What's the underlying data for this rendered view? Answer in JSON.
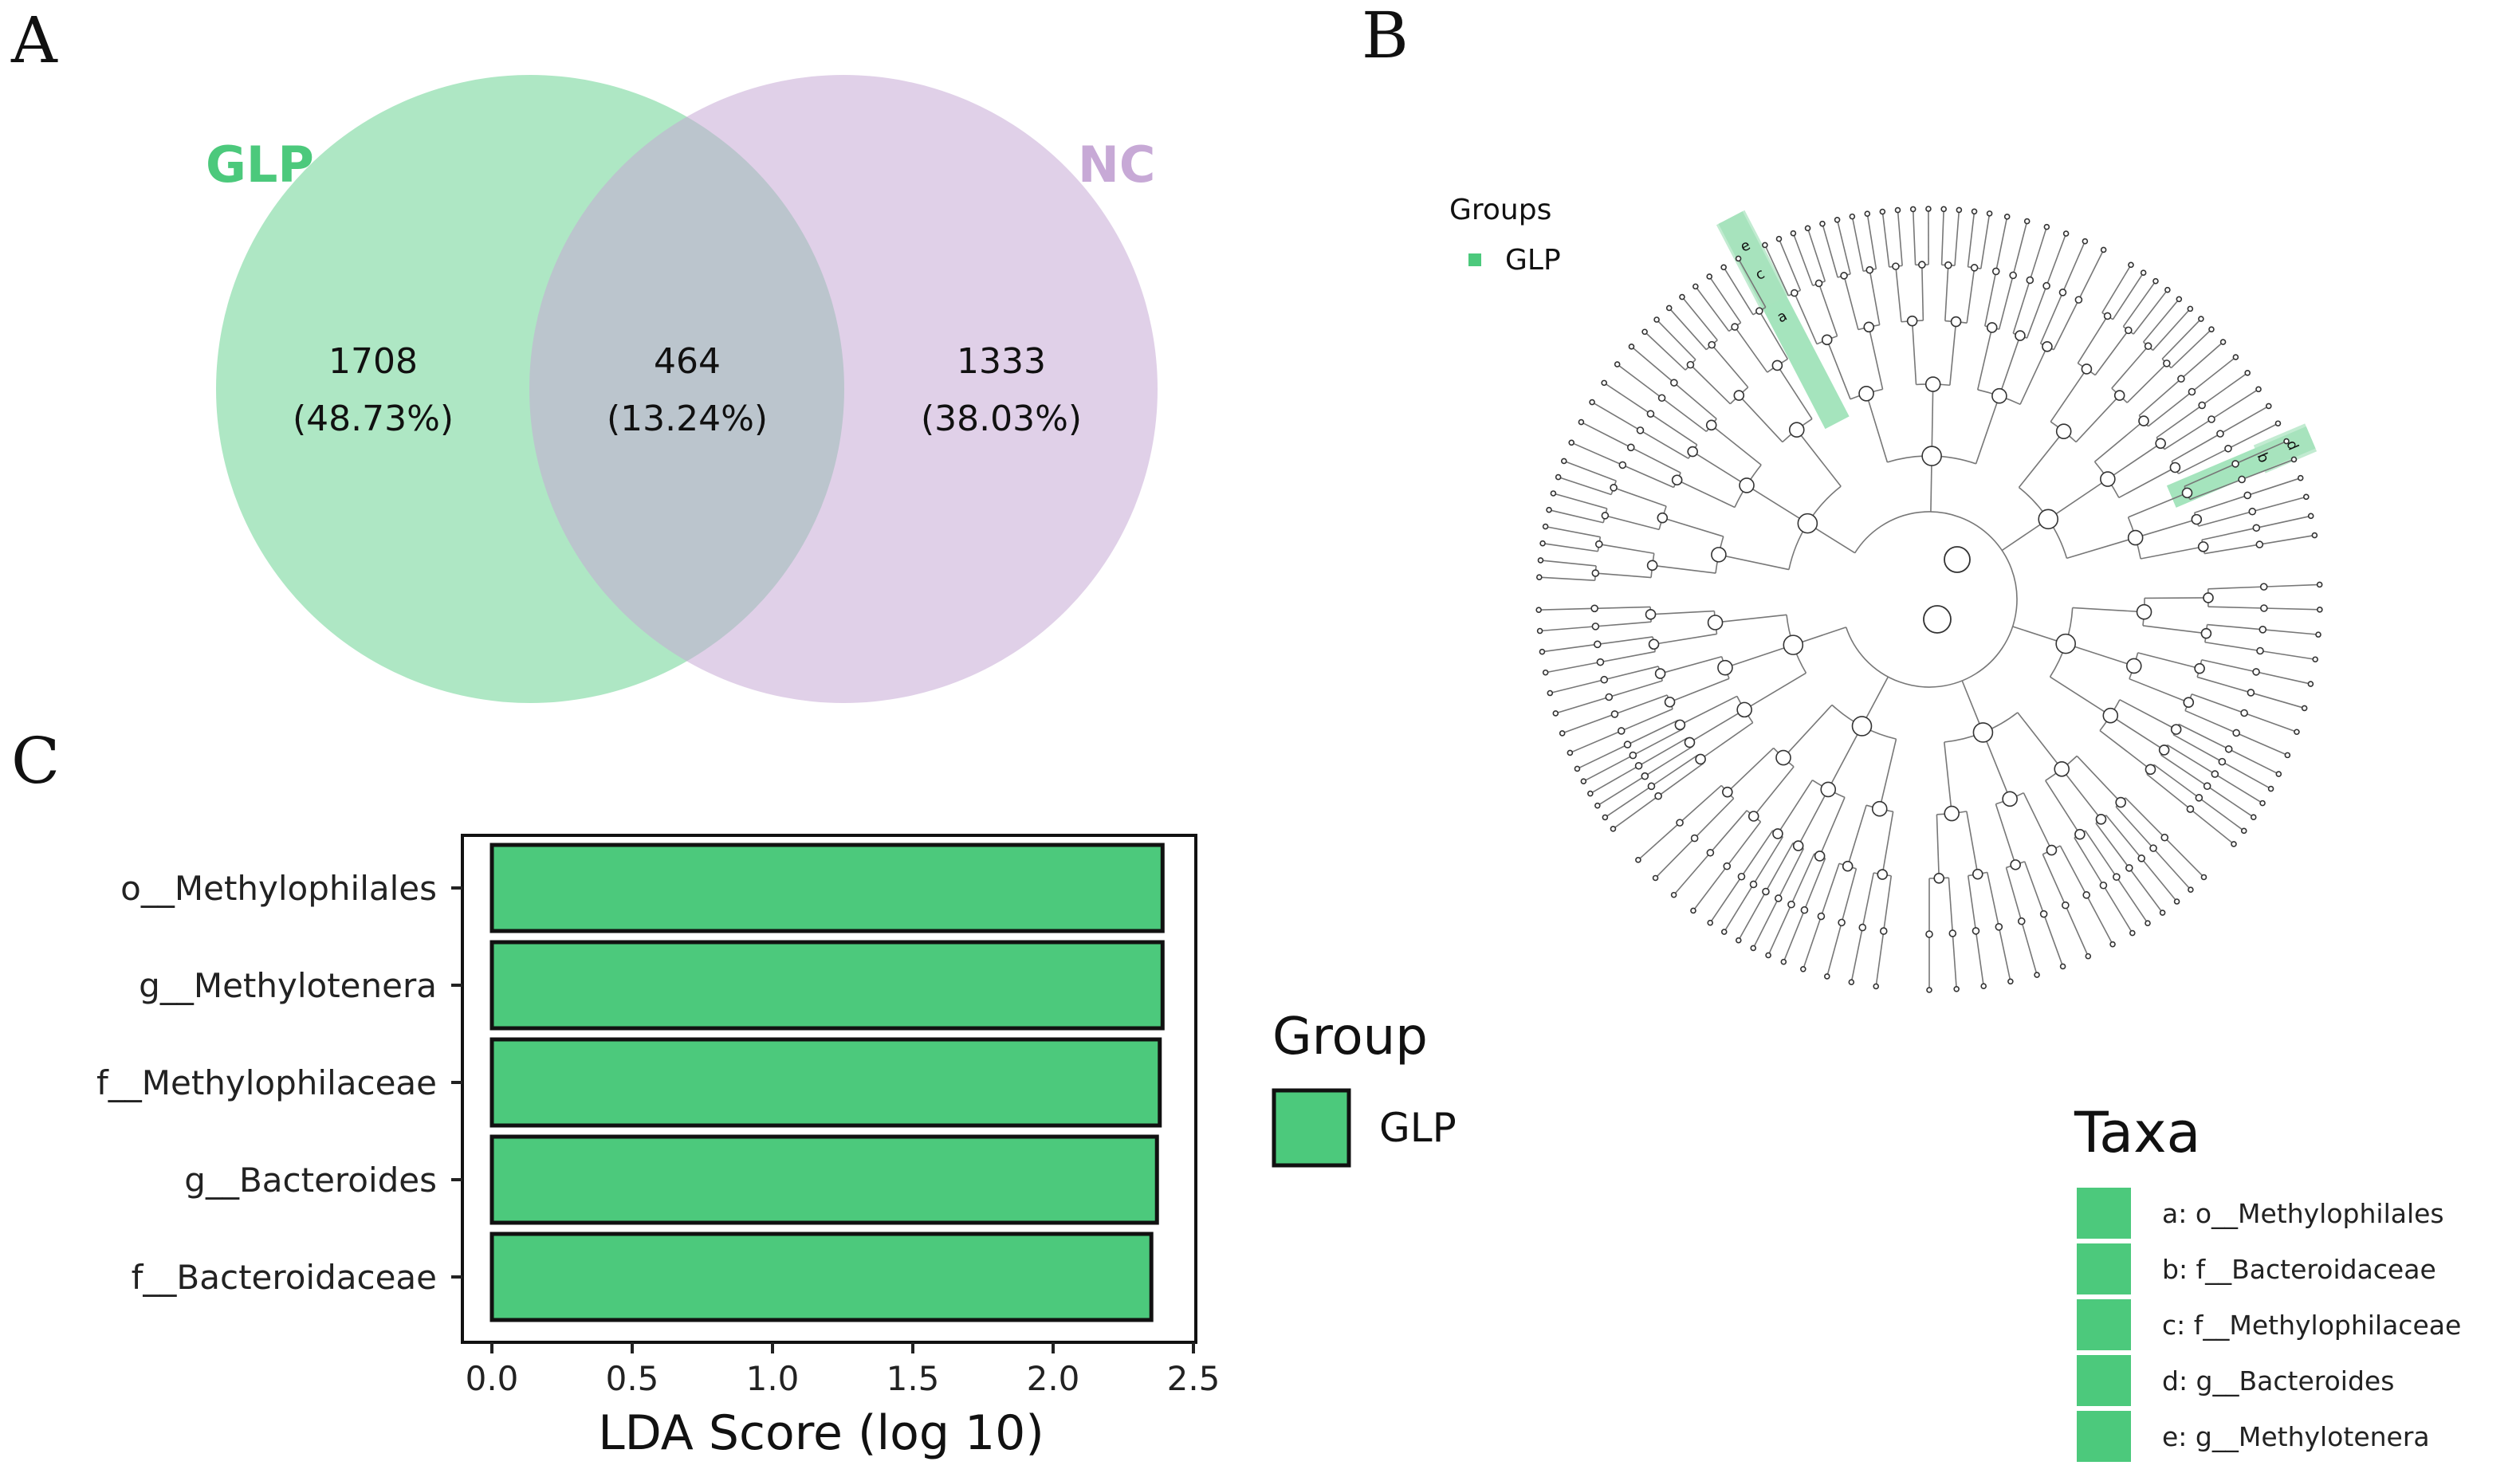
{
  "panels": {
    "a": "A",
    "b": "B",
    "c": "C"
  },
  "colors": {
    "glp": "#4CC97C",
    "nc": "#C7A9D6",
    "glp_light": "#A8E2BE",
    "overlap": "#B5C4C0"
  },
  "venn": {
    "set1_label": "GLP",
    "set2_label": "NC",
    "regions": [
      {
        "name": "GLP only",
        "count": "1708",
        "percent": "(48.73%)"
      },
      {
        "name": "shared",
        "count": "464",
        "percent": "(13.24%)"
      },
      {
        "name": "NC only",
        "count": "1333",
        "percent": "(38.03%)"
      }
    ]
  },
  "cladogram": {
    "legend_title": "Groups",
    "legend_item": "GLP",
    "highlight_letters_1": [
      "e",
      "c",
      "a"
    ],
    "highlight_letters_2": [
      "d",
      "b"
    ],
    "taxa_title": "Taxa",
    "taxa": [
      "a: o__Methylophilales",
      "b: f__Bacteroidaceae",
      "c: f__Methylophilaceae",
      "d: g__Bacteroides",
      "e: g__Methylotenera"
    ]
  },
  "chart_data": {
    "type": "bar",
    "orientation": "horizontal",
    "categories": [
      "o__Methylophilales",
      "g__Methylotenera",
      "f__Methylophilaceae",
      "g__Bacteroides",
      "f__Bacteroidaceae"
    ],
    "values": [
      2.39,
      2.39,
      2.38,
      2.37,
      2.35
    ],
    "xlabel": "LDA Score (log 10)",
    "xlim": [
      0,
      2.5
    ],
    "xticks": [
      "0.0",
      "0.5",
      "1.0",
      "1.5",
      "2.0",
      "2.5"
    ],
    "legend_title": "Group",
    "legend_item": "GLP"
  }
}
